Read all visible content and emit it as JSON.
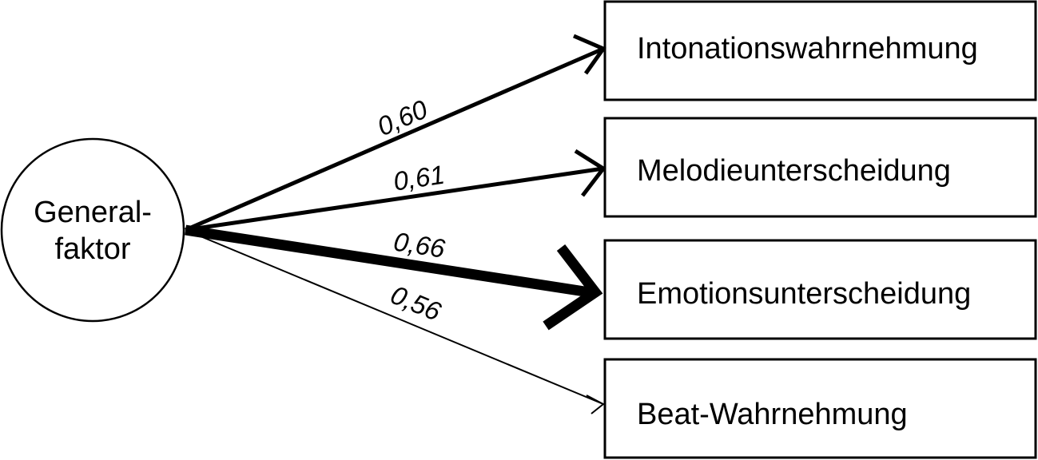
{
  "source": {
    "line1": "General-",
    "line2": "faktor"
  },
  "targets": [
    {
      "label": "Intonationswahrnehmung"
    },
    {
      "label": "Melodieunterscheidung"
    },
    {
      "label": "Emotionsunterscheidung"
    },
    {
      "label": "Beat-Wahrnehmung"
    }
  ],
  "loadings": [
    {
      "label": "0,60",
      "value": 0.6
    },
    {
      "label": "0,61",
      "value": 0.61
    },
    {
      "label": "0,66",
      "value": 0.66
    },
    {
      "label": "0,56",
      "value": 0.56
    }
  ]
}
